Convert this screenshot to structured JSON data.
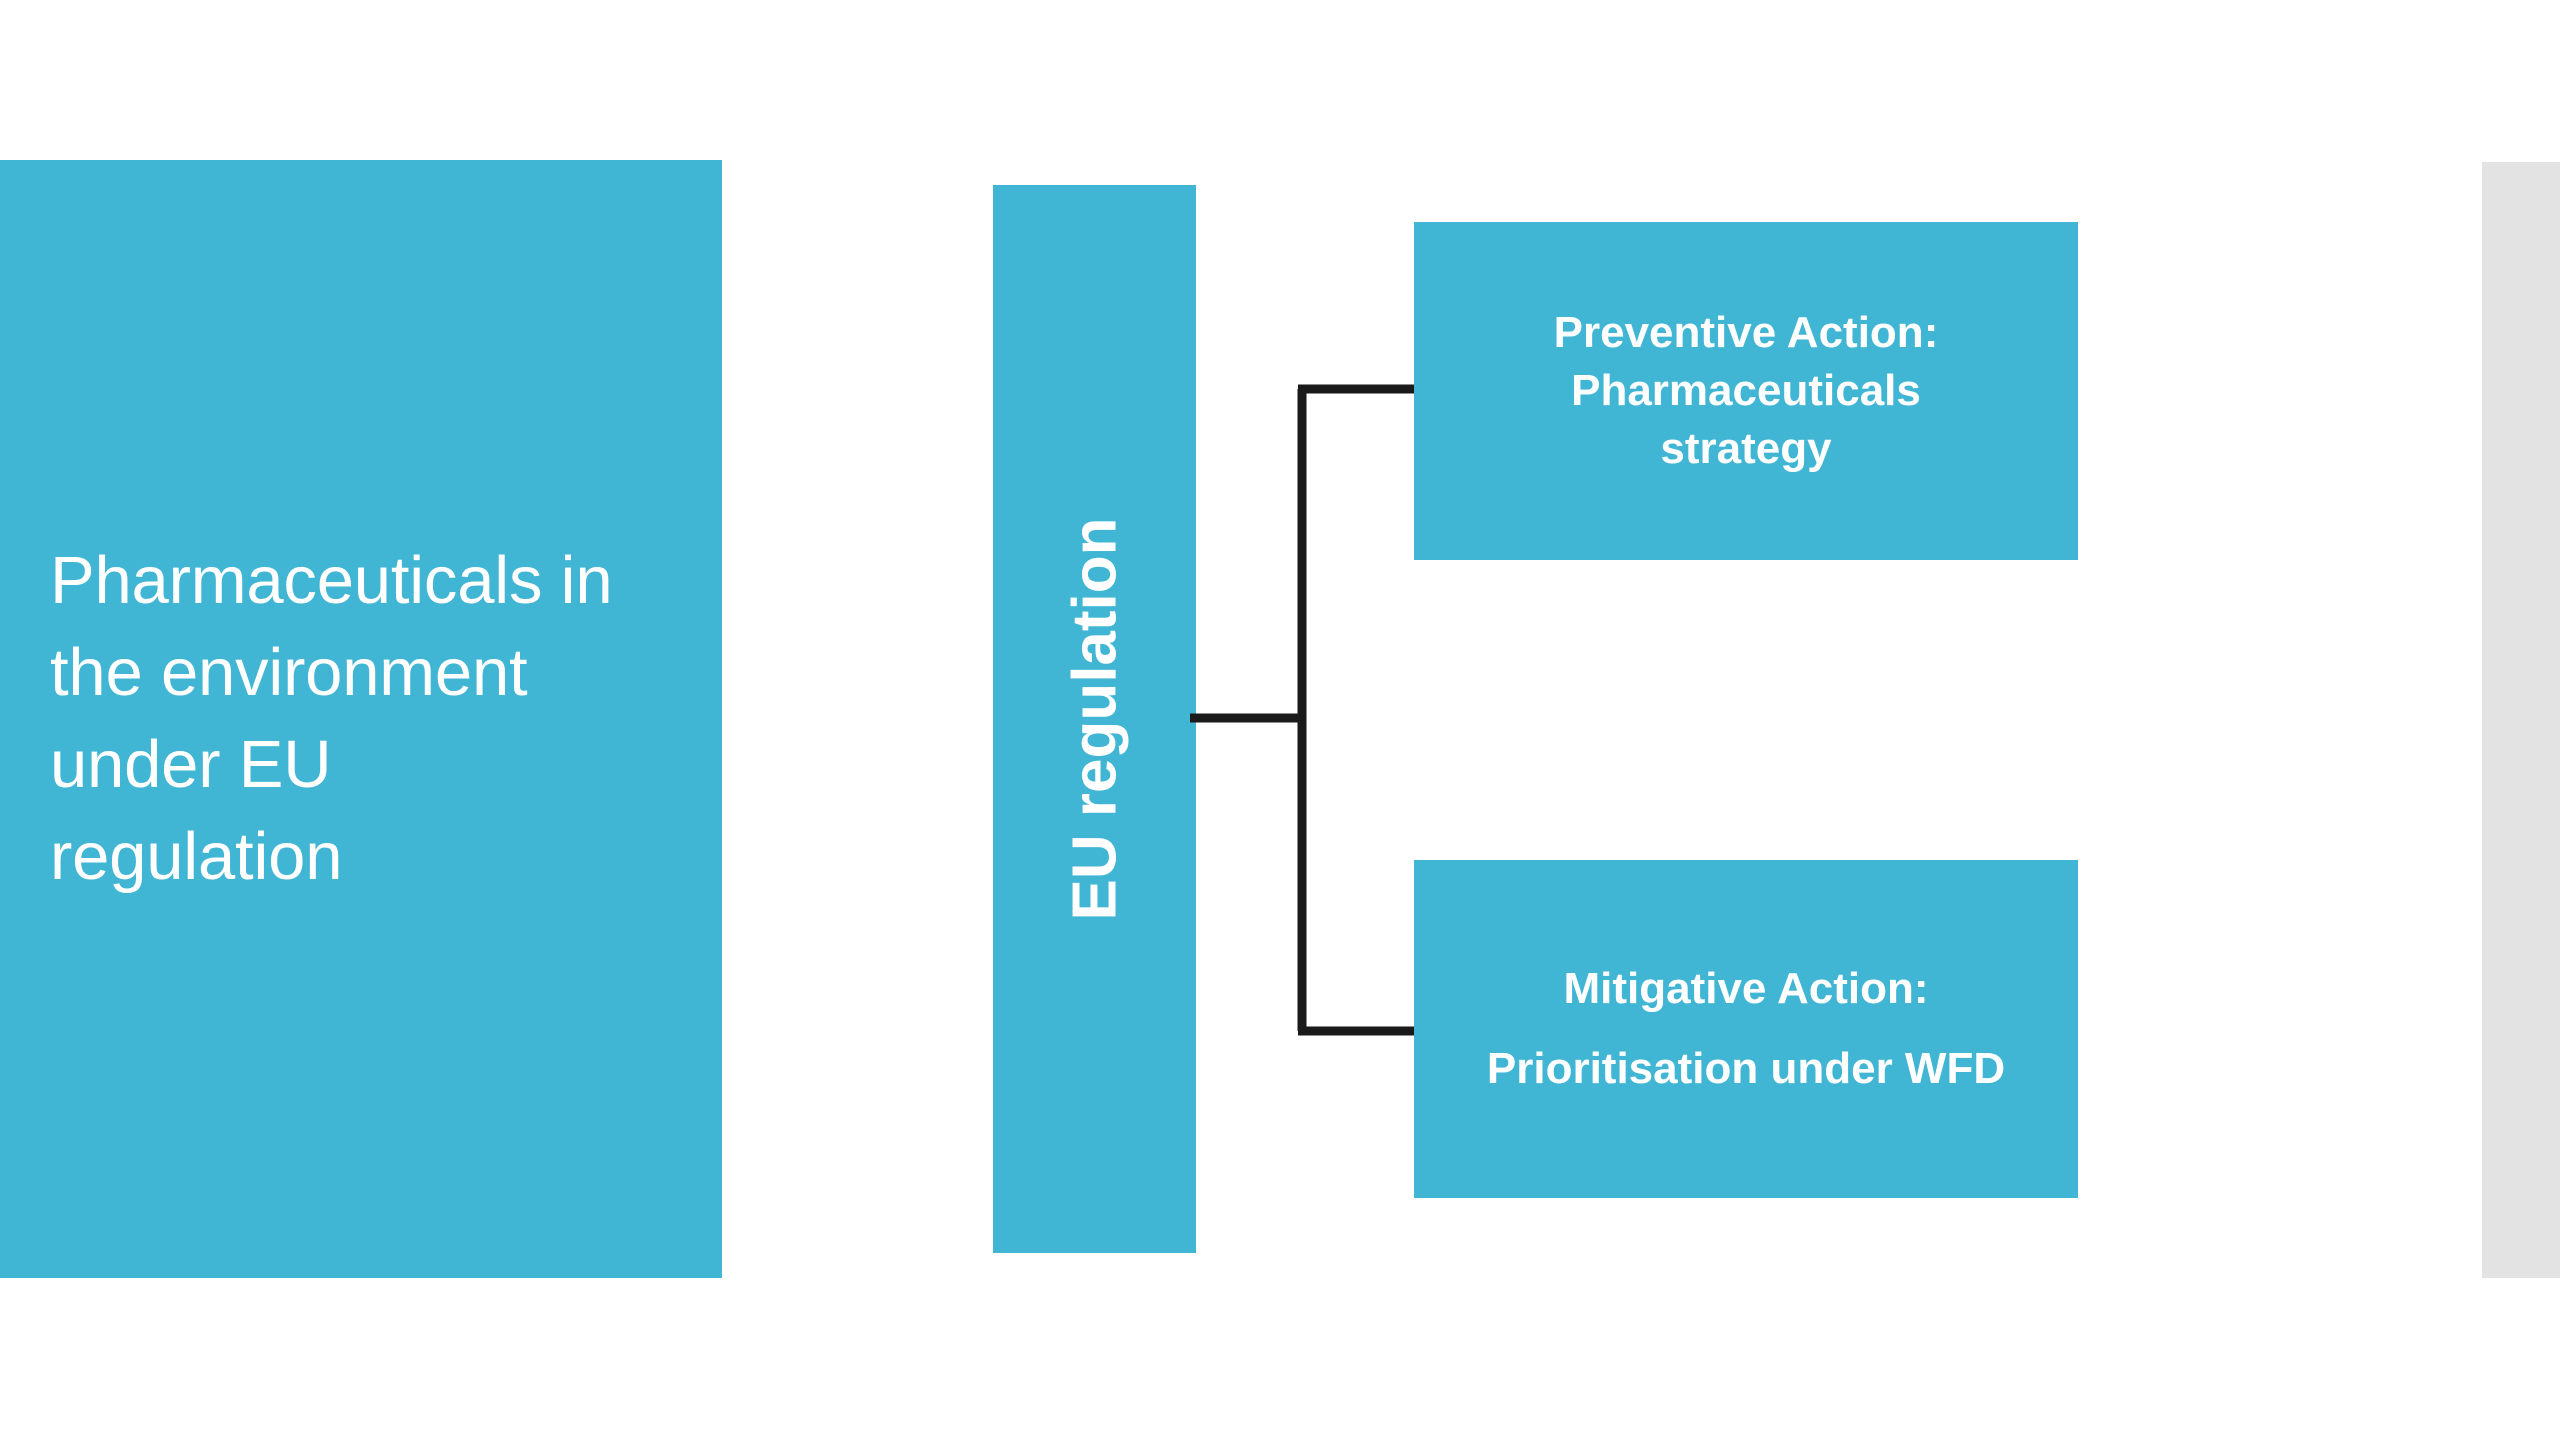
{
  "theme": {
    "accent_color": "#40b6d4",
    "text_on_accent": "#ffffff",
    "connector_color": "#1a1a1a",
    "strip_color": "#e3e3e3",
    "background": "#ffffff"
  },
  "slide": {
    "title": "Pharmaceuticals in the environment under EU regulation",
    "title_lines": "Pharmaceuticals in\nthe environment\nunder EU\nregulation"
  },
  "diagram": {
    "root": {
      "label": "EU regulation",
      "orientation": "vertical-rotated-90-ccw"
    },
    "branches": [
      {
        "id": "preventive",
        "heading": "Preventive Action:",
        "body": "Pharmaceuticals strategy",
        "full_text": "Preventive Action:\nPharmaceuticals\nstrategy"
      },
      {
        "id": "mitigative",
        "heading": "Mitigative Action:",
        "body": "Prioritisation under WFD",
        "full_text": "Mitigative Action:"
      }
    ],
    "connector_type": "bracket"
  }
}
